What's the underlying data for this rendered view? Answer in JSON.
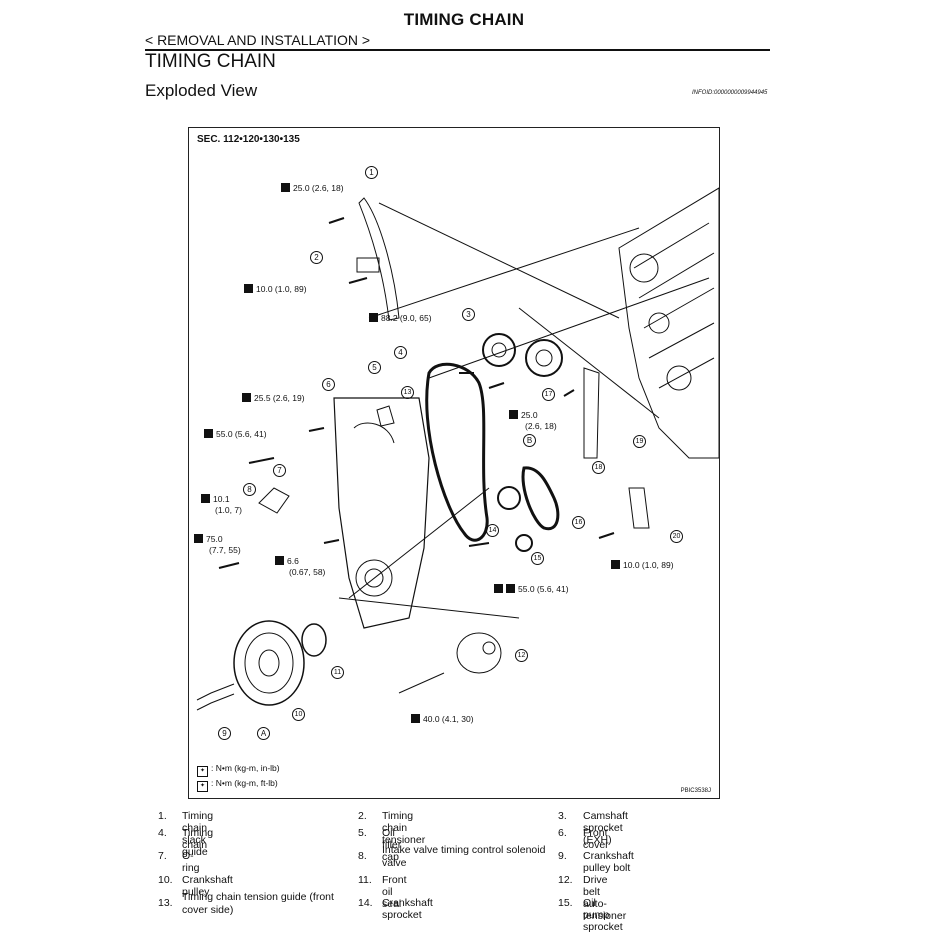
{
  "header": {
    "title": "TIMING CHAIN",
    "breadcrumb": "< REMOVAL AND INSTALLATION >",
    "section_title": "TIMING CHAIN",
    "subtitle": "Exploded View",
    "info_id": "INFOID:0000000009944945"
  },
  "figure": {
    "sec_label": "SEC. 112•120•130•135",
    "figure_id": "PBIC3538J",
    "legend": [
      {
        "text": ": N•m (kg-m, in-lb)"
      },
      {
        "text": ": N•m (kg-m, ft-lb)"
      }
    ],
    "torques": [
      {
        "text": "25.0 (2.6, 18)"
      },
      {
        "text": "10.0 (1.0, 89)"
      },
      {
        "text": "88.2 (9.0, 65)"
      },
      {
        "text": "25.5 (2.6, 19)"
      },
      {
        "text": "55.0 (5.6, 41)"
      },
      {
        "text": "25.0"
      },
      {
        "text": "(2.6, 18)"
      },
      {
        "text": "10.1"
      },
      {
        "text": "(1.0, 7)"
      },
      {
        "text": "75.0"
      },
      {
        "text": "(7.7, 55)"
      },
      {
        "text": "6.6"
      },
      {
        "text": "(0.67, 58)"
      },
      {
        "text": "10.0 (1.0, 89)"
      },
      {
        "text": "55.0 (5.6, 41)"
      },
      {
        "text": "40.0 (4.1, 30)"
      }
    ],
    "callouts": [
      "1",
      "2",
      "3",
      "4",
      "5",
      "6",
      "7",
      "8",
      "9",
      "10",
      "11",
      "12",
      "13",
      "14",
      "15",
      "16",
      "17",
      "18",
      "19",
      "20",
      "A",
      "B"
    ]
  },
  "parts": [
    {
      "num": "1.",
      "label": "Timing chain slack guide"
    },
    {
      "num": "2.",
      "label": "Timing chain tensioner"
    },
    {
      "num": "3.",
      "label": "Camshaft sprocket (EXH)"
    },
    {
      "num": "4.",
      "label": "Timing chain"
    },
    {
      "num": "5.",
      "label": "Oil filler cap"
    },
    {
      "num": "6.",
      "label": "Front cover"
    },
    {
      "num": "7.",
      "label": "O-ring"
    },
    {
      "num": "8.",
      "label": "Intake valve timing control solenoid valve"
    },
    {
      "num": "9.",
      "label": "Crankshaft pulley bolt"
    },
    {
      "num": "10.",
      "label": "Crankshaft pulley"
    },
    {
      "num": "11.",
      "label": "Front oil seal"
    },
    {
      "num": "12.",
      "label": "Drive belt auto-tensioner"
    },
    {
      "num": "13.",
      "label": "Timing chain tension guide (front cover side)"
    },
    {
      "num": "14.",
      "label": "Crankshaft sprocket"
    },
    {
      "num": "15.",
      "label": "Oil pump sprocket"
    }
  ]
}
